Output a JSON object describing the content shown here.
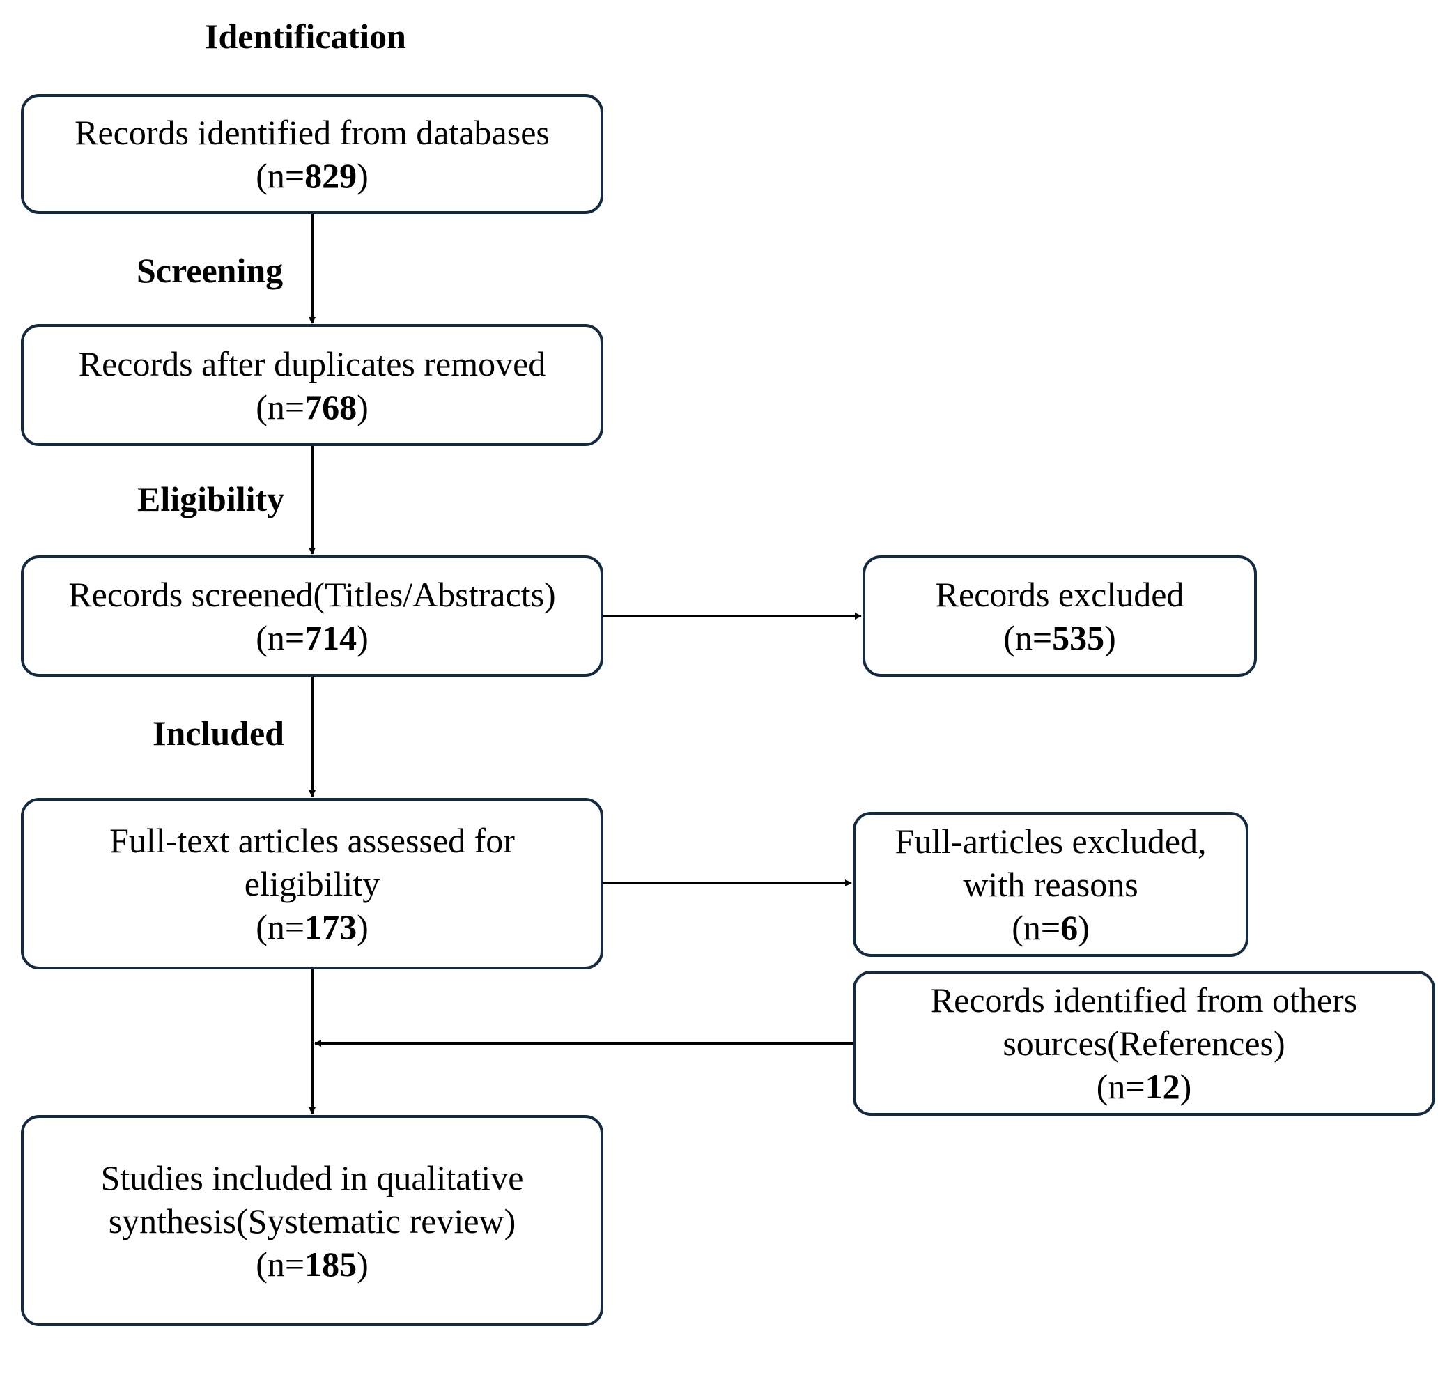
{
  "stages": {
    "identification": "Identification",
    "screening": "Screening",
    "eligibility": "Eligibility",
    "included": "Included"
  },
  "boxes": {
    "identified": {
      "lines": [
        "Records identified from databases"
      ],
      "prefix": "(n=",
      "n": "829",
      "suffix": ")"
    },
    "after_duplicates": {
      "lines": [
        "Records after duplicates removed"
      ],
      "prefix": "(n=",
      "n": "768",
      "suffix": ")"
    },
    "screened": {
      "lines": [
        "Records screened(Titles/Abstracts)"
      ],
      "prefix": "(n=",
      "n": "714",
      "suffix": ")"
    },
    "excluded": {
      "lines": [
        "Records excluded"
      ],
      "prefix": "(n=",
      "n": "535",
      "suffix": ")"
    },
    "fulltext": {
      "lines": [
        "Full-text articles assessed for",
        "eligibility"
      ],
      "prefix": "(n=",
      "n": "173",
      "suffix": ")"
    },
    "fulltext_excluded": {
      "lines": [
        "Full-articles excluded,",
        "with reasons"
      ],
      "prefix": "(n=",
      "n": "6",
      "suffix": ")"
    },
    "other_sources": {
      "lines": [
        "Records identified from others",
        "sources(References)"
      ],
      "prefix": "(n=",
      "n": "12",
      "suffix": ")"
    },
    "studies_included": {
      "lines": [
        "Studies included in qualitative",
        "synthesis(Systematic review)"
      ],
      "prefix": "(n=",
      "n": "185",
      "suffix": ")"
    }
  }
}
